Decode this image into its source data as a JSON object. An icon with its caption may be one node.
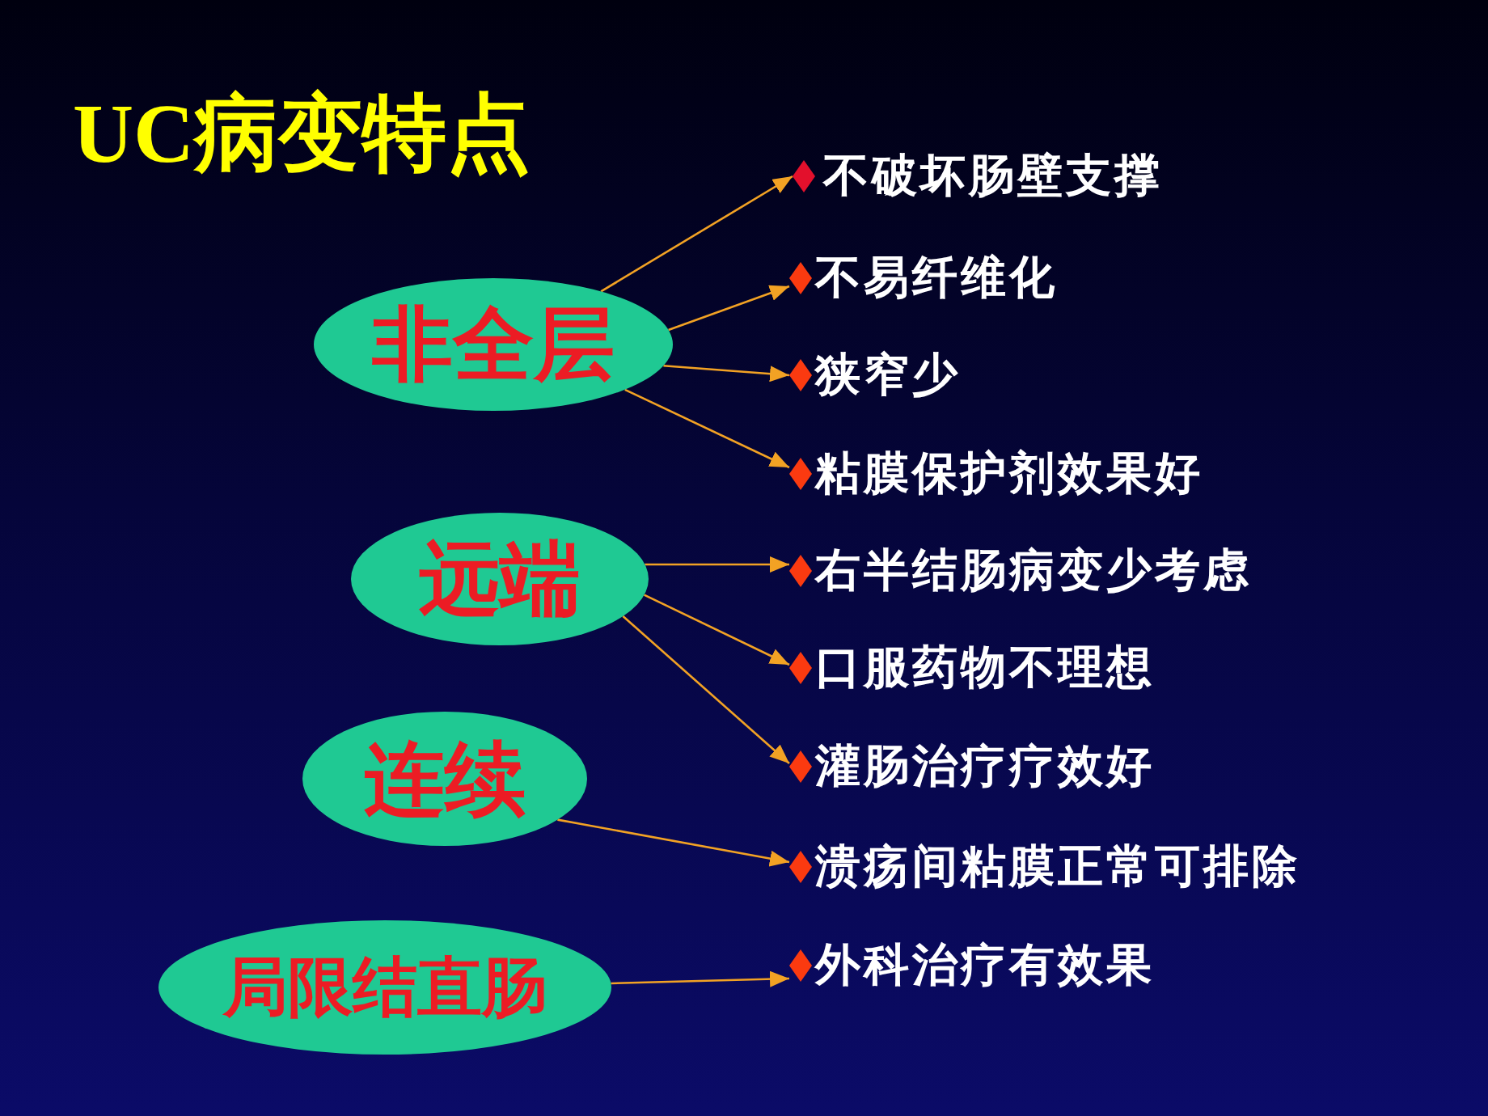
{
  "diagram": {
    "title": "UC病变特点",
    "nodes": [
      {
        "text": [
          "非全层"
        ]
      },
      {
        "text": [
          "远端"
        ]
      },
      {
        "text": [
          "连续"
        ]
      },
      {
        "text": [
          "局限结直肠"
        ]
      },
      {
        "text": [
          "不破坏肠壁支撑"
        ]
      },
      {
        "text": [
          "不易纤维化"
        ]
      },
      {
        "text": [
          "狭窄少"
        ]
      },
      {
        "text": [
          "粘膜保护剂效果好"
        ]
      },
      {
        "text": [
          "右半结肠病变少考虑"
        ]
      },
      {
        "text": [
          "口服药物不理想"
        ]
      },
      {
        "text": [
          "灌肠治疗疗效好"
        ]
      },
      {
        "text": [
          "溃疡间粘膜正常可排除"
        ]
      },
      {
        "text": [
          "外科治疗有效果"
        ]
      }
    ],
    "edges": [
      {
        "from": 0,
        "to": 4,
        "arrow": "to"
      },
      {
        "from": 0,
        "to": 5,
        "arrow": "to"
      },
      {
        "from": 0,
        "to": 6,
        "arrow": "to"
      },
      {
        "from": 0,
        "to": 7,
        "arrow": "to"
      },
      {
        "from": 1,
        "to": 8,
        "arrow": "to"
      },
      {
        "from": 1,
        "to": 9,
        "arrow": "to"
      },
      {
        "from": 1,
        "to": 10,
        "arrow": "to"
      },
      {
        "from": 2,
        "to": 11,
        "arrow": "to"
      },
      {
        "from": 3,
        "to": 12,
        "arrow": "to"
      }
    ]
  }
}
